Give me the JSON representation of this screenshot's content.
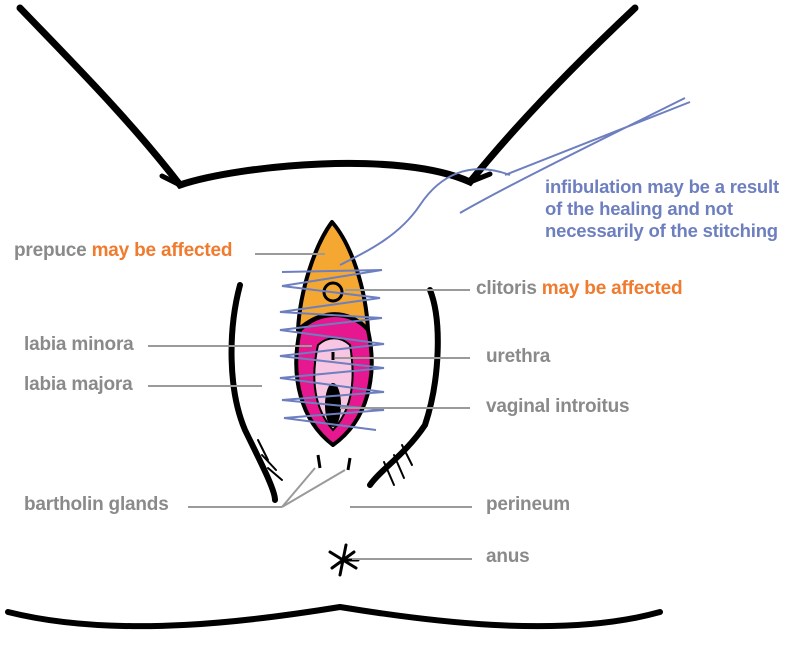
{
  "colors": {
    "label_gray": "#8a8a8a",
    "affected_orange": "#f07a2e",
    "thread_blue": "#6d7fbf",
    "prepuce_fill": "#f4a832",
    "labia_minora_fill": "#e6178f",
    "outline": "#000000"
  },
  "labels": {
    "prepuce": "prepuce",
    "prepuce_note": "may be affected",
    "clitoris": "clitoris",
    "clitoris_note": "may be affected",
    "labia_minora": "labia minora",
    "labia_majora": "labia majora",
    "urethra": "urethra",
    "vaginal_introitus": "vaginal introitus",
    "bartholin_glands": "bartholin glands",
    "perineum": "perineum",
    "anus": "anus"
  },
  "note": {
    "line1": "infibulation may be a result",
    "line2": "of the healing and not",
    "line3": "necessarily of the stitching"
  }
}
